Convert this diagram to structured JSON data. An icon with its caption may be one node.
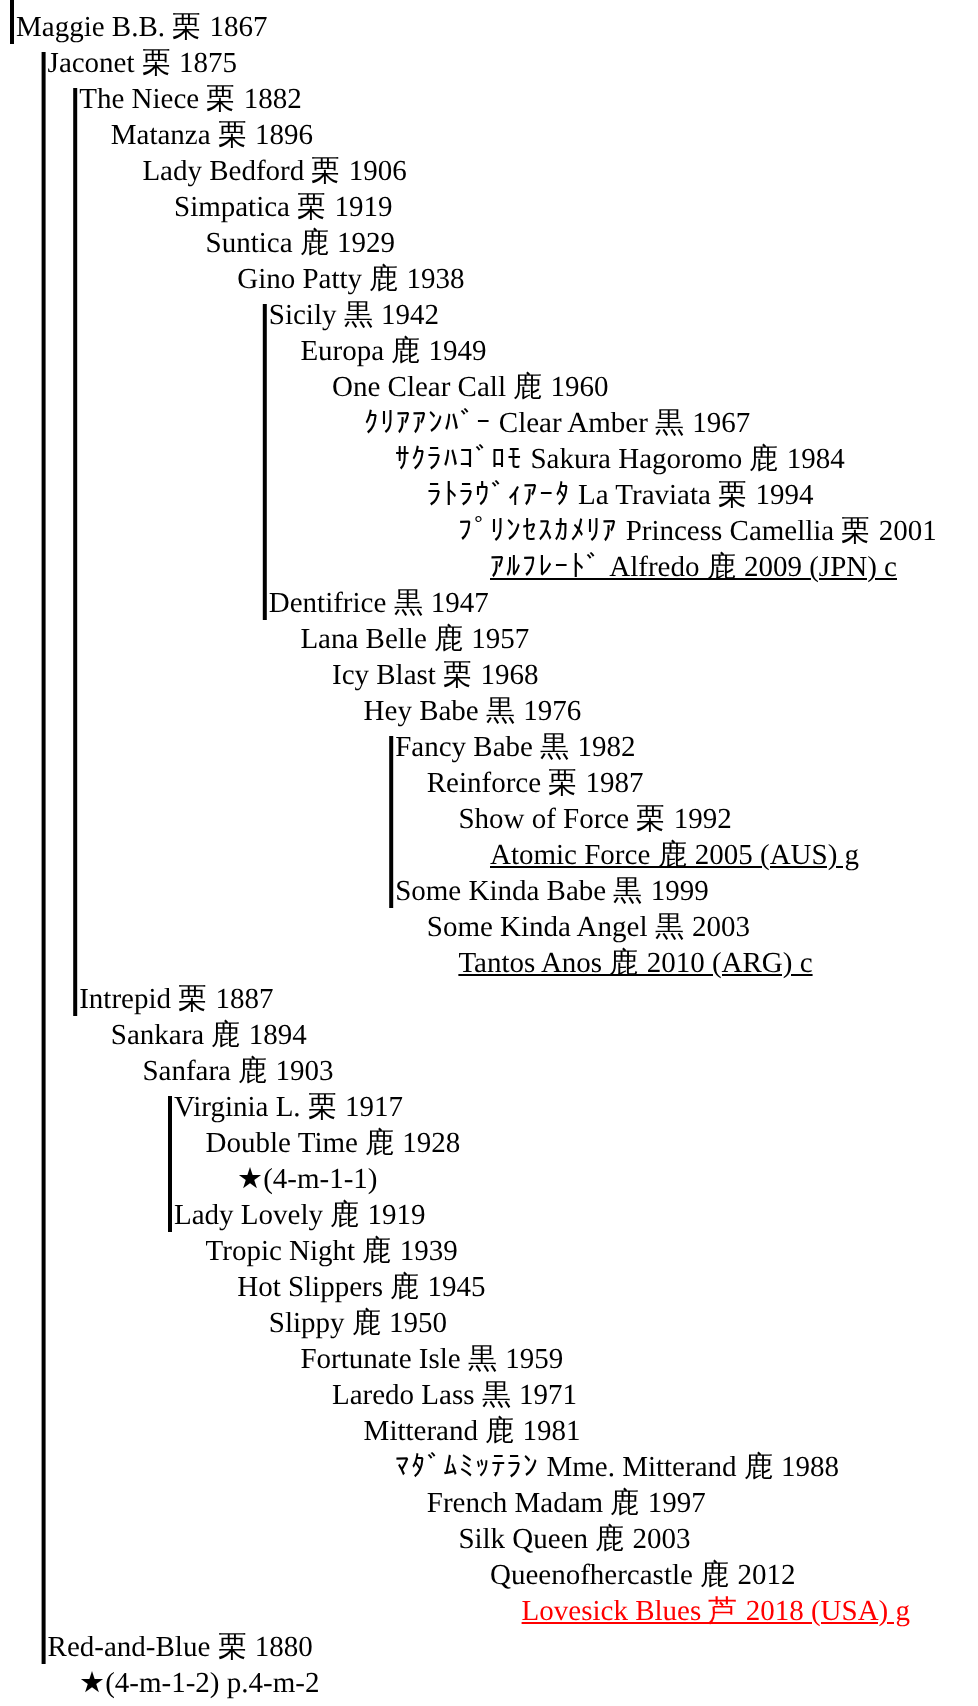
{
  "diagram": {
    "nodes": [
      {
        "text": [
          "Maggie B.B. 栗 1867"
        ]
      },
      {
        "text": [
          "Jaconet 栗 1875"
        ]
      },
      {
        "text": [
          "The Niece 栗 1882"
        ]
      },
      {
        "text": [
          "Matanza 栗 1896"
        ]
      },
      {
        "text": [
          "Lady Bedford 栗 1906"
        ]
      },
      {
        "text": [
          "Simpatica 栗 1919"
        ]
      },
      {
        "text": [
          "Suntica 鹿 1929"
        ]
      },
      {
        "text": [
          "Gino Patty 鹿 1938"
        ]
      },
      {
        "text": [
          "Sicily 黒 1942"
        ]
      },
      {
        "text": [
          "Europa 鹿 1949"
        ]
      },
      {
        "text": [
          "One Clear Call 鹿 1960"
        ]
      },
      {
        "text": [
          "ｸﾘｱｱﾝﾊﾞｰ Clear Amber 黒 1967"
        ]
      },
      {
        "text": [
          "ｻｸﾗﾊｺﾞﾛﾓ Sakura Hagoromo 鹿 1984"
        ]
      },
      {
        "text": [
          "ﾗﾄﾗｳﾞｨｱｰﾀ La Traviata 栗 1994"
        ]
      },
      {
        "text": [
          "ﾌﾟﾘﾝｾｽｶﾒﾘｱ Princess Camellia 栗 2001"
        ]
      },
      {
        "text": [
          "ｱﾙﾌﾚｰﾄﾞ Alfredo 鹿 2009 (JPN) c"
        ]
      },
      {
        "text": [
          "Dentifrice 黒 1947"
        ]
      },
      {
        "text": [
          "Lana Belle 鹿 1957"
        ]
      },
      {
        "text": [
          "Icy Blast 栗 1968"
        ]
      },
      {
        "text": [
          "Hey Babe 黒 1976"
        ]
      },
      {
        "text": [
          "Fancy Babe 黒 1982"
        ]
      },
      {
        "text": [
          "Reinforce 栗 1987"
        ]
      },
      {
        "text": [
          "Show of Force 栗 1992"
        ]
      },
      {
        "text": [
          "Atomic Force 鹿 2005 (AUS) g"
        ]
      },
      {
        "text": [
          "Some Kinda Babe 黒 1999"
        ]
      },
      {
        "text": [
          "Some Kinda Angel 黒 2003"
        ]
      },
      {
        "text": [
          "Tantos Anos 鹿 2010 (ARG) c"
        ]
      },
      {
        "text": [
          "Intrepid 栗 1887"
        ]
      },
      {
        "text": [
          "Sankara 鹿 1894"
        ]
      },
      {
        "text": [
          "Sanfara 鹿 1903"
        ]
      },
      {
        "text": [
          "Virginia L. 栗 1917"
        ]
      },
      {
        "text": [
          "Double Time 鹿 1928"
        ]
      },
      {
        "text": [
          "★(4-m-1-1)"
        ]
      },
      {
        "text": [
          "Lady Lovely 鹿 1919"
        ]
      },
      {
        "text": [
          "Tropic Night 鹿 1939"
        ]
      },
      {
        "text": [
          "Hot Slippers 鹿 1945"
        ]
      },
      {
        "text": [
          "Slippy 鹿 1950"
        ]
      },
      {
        "text": [
          "Fortunate Isle 黒 1959"
        ]
      },
      {
        "text": [
          "Laredo Lass 黒 1971"
        ]
      },
      {
        "text": [
          "Mitterand 鹿 1981"
        ]
      },
      {
        "text": [
          "ﾏﾀﾞﾑﾐｯﾃﾗﾝ Mme. Mitterand 鹿 1988"
        ]
      },
      {
        "text": [
          "French Madam 鹿 1997"
        ]
      },
      {
        "text": [
          "Silk Queen 鹿 2003"
        ]
      },
      {
        "text": [
          "Queenofhercastle 鹿 2012"
        ]
      },
      {
        "text": [
          "Lovesick Blues 芦 2018 (USA) g"
        ]
      },
      {
        "text": [
          "Red-and-Blue 栗 1880"
        ]
      },
      {
        "text": [
          "★(4-m-1-2) p.4-m-2"
        ]
      }
    ],
    "edges": [
      {
        "from": null,
        "to": 0,
        "arrow": "none"
      },
      {
        "from": 1,
        "to": 45,
        "arrow": "none"
      },
      {
        "from": 2,
        "to": 27,
        "arrow": "none"
      },
      {
        "from": 8,
        "to": 16,
        "arrow": "none"
      },
      {
        "from": 20,
        "to": 24,
        "arrow": "none"
      },
      {
        "from": 30,
        "to": 33,
        "arrow": "none"
      }
    ]
  }
}
